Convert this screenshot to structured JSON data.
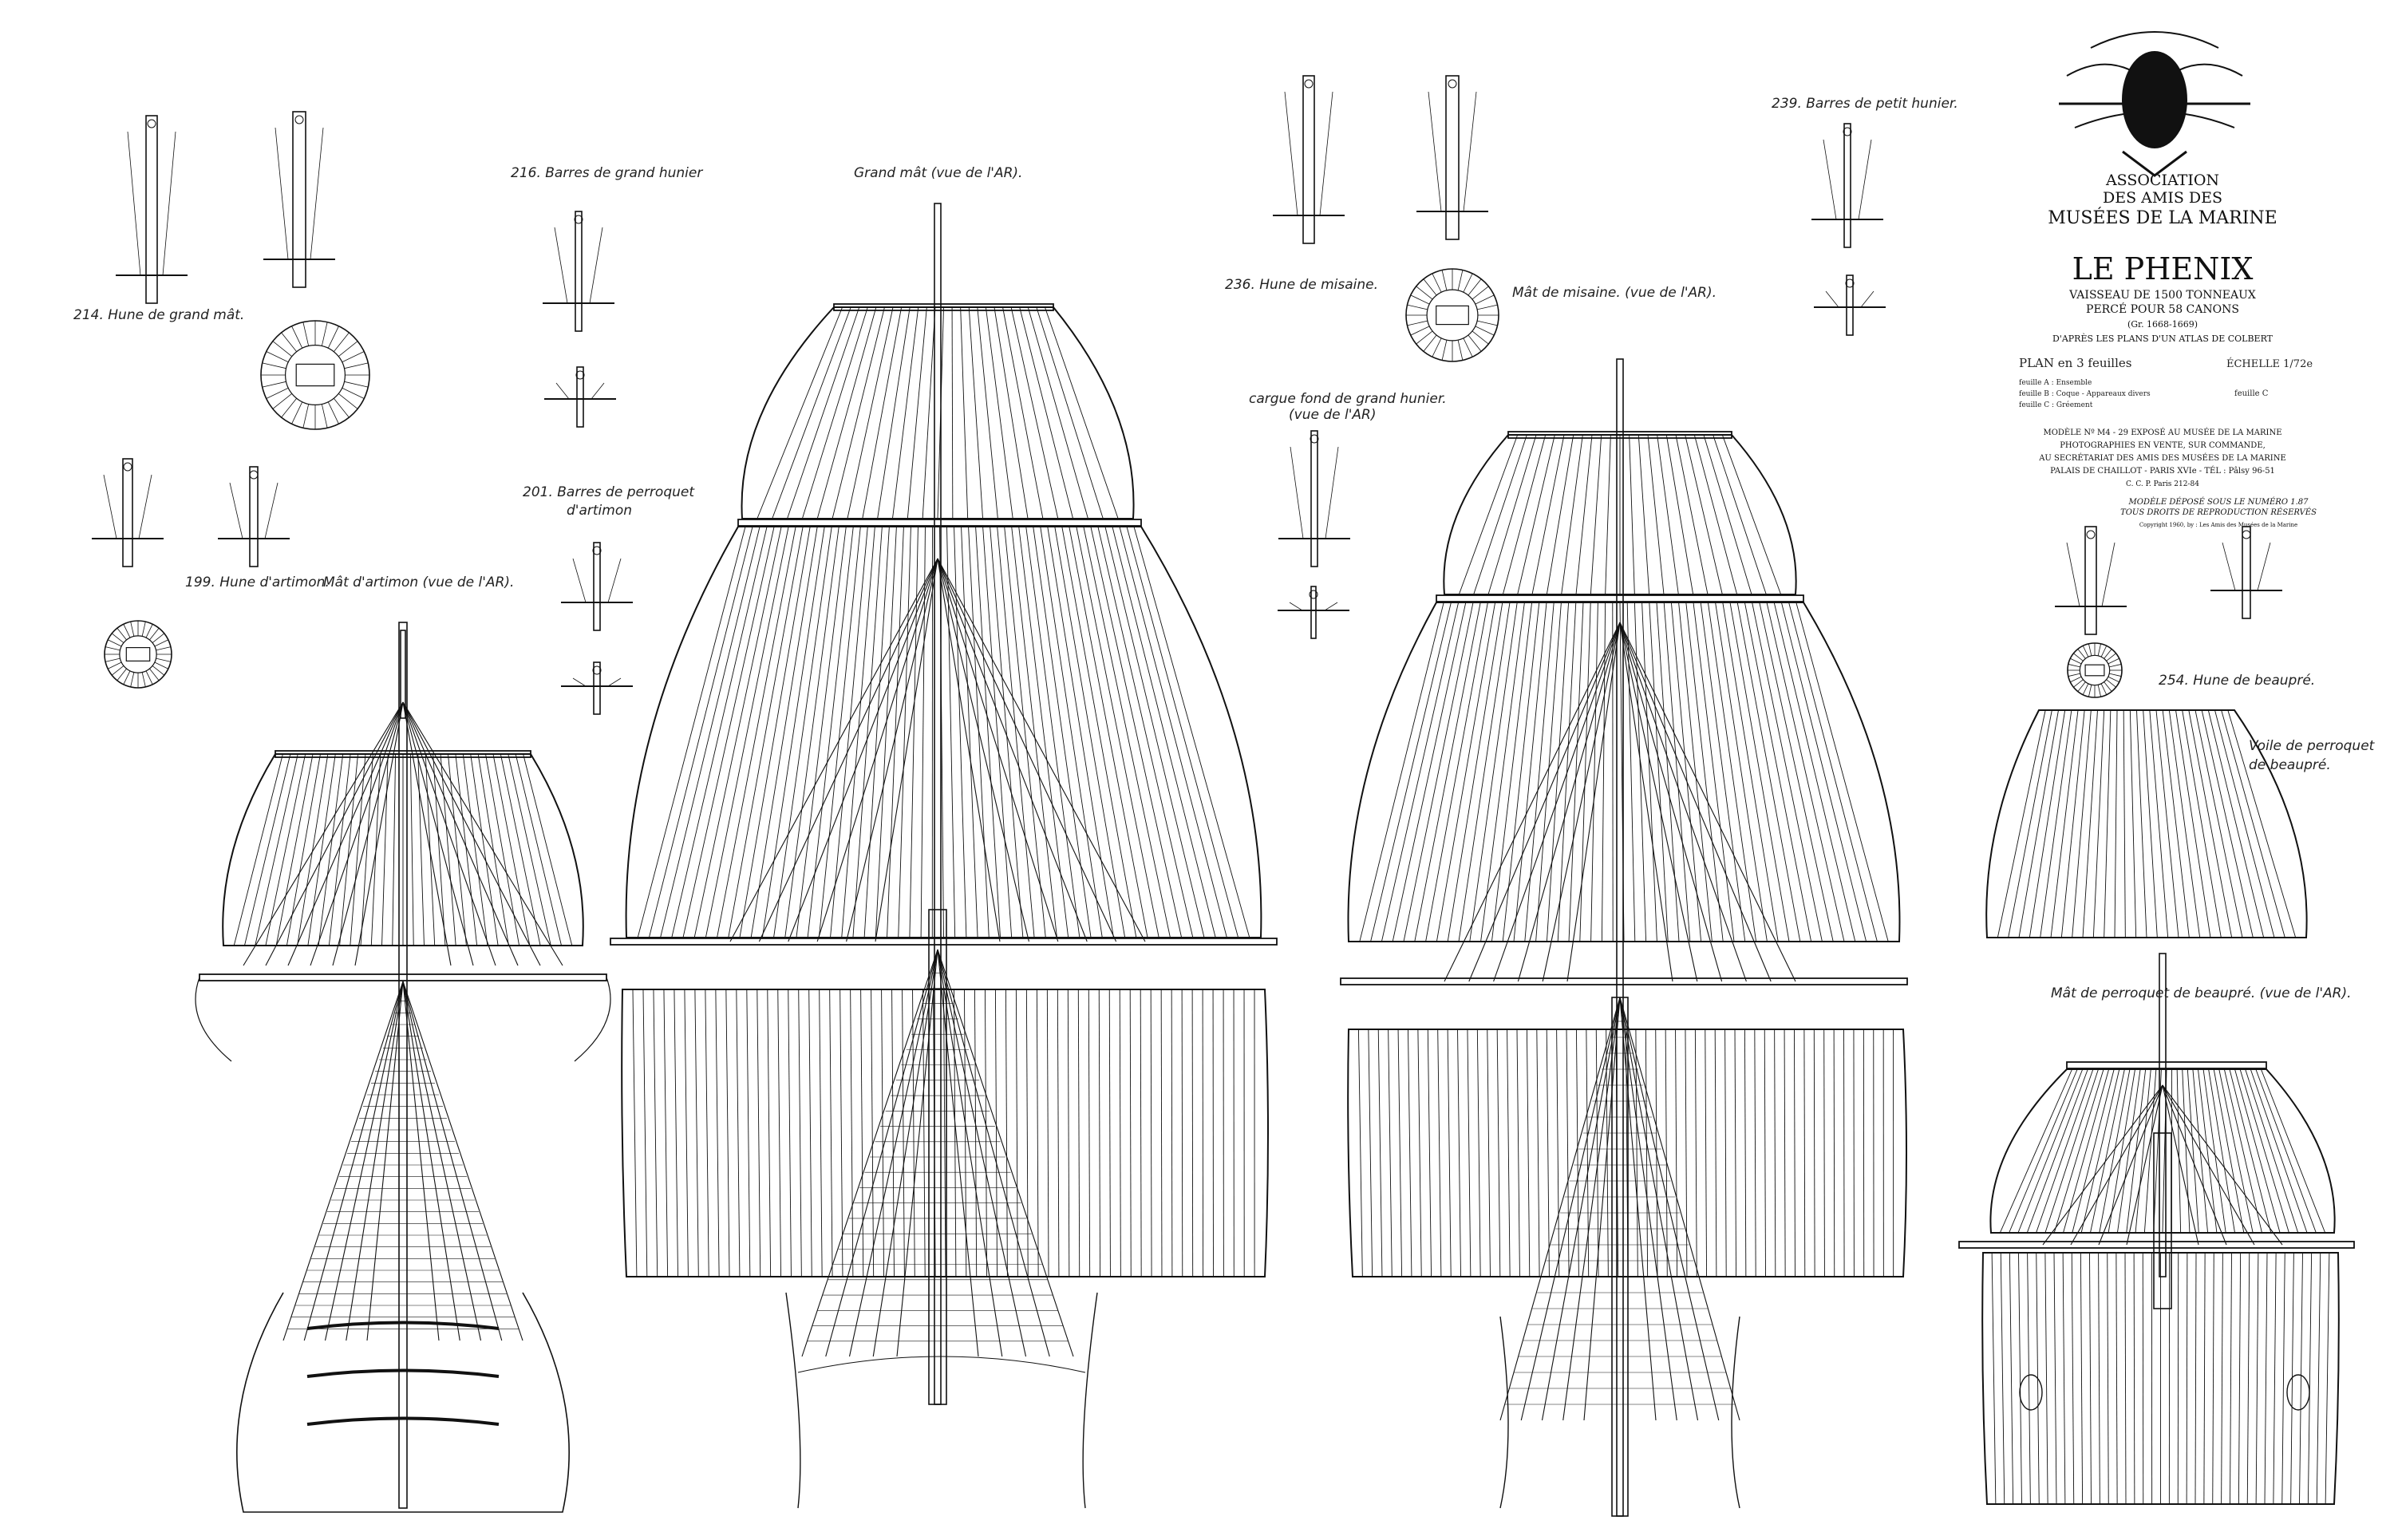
{
  "association": {
    "line1": "ASSOCIATION",
    "line2": "DES AMIS DES",
    "line3": "MUSÉES DE LA MARINE"
  },
  "ship": {
    "name": "LE PHENIX",
    "subtitle1": "VAISSEAU DE 1500 TONNEAUX",
    "subtitle2": "PERCÉ POUR 58 CANONS",
    "dates": "(Gr. 1668-1669)",
    "source": "D'APRÈS LES PLANS D'UN ATLAS DE COLBERT"
  },
  "plan": {
    "title": "PLAN en 3 feuilles",
    "scale": "ÉCHELLE 1/72e",
    "sheet_a": "feuille A : Ensemble",
    "sheet_b": "feuille B : Coque - Appareaux divers",
    "sheet_c": "feuille C : Gréement",
    "current_sheet": "feuille C"
  },
  "notice": {
    "line1": "MODÈLE Nº M4 - 29 EXPOSÉ AU MUSÉE DE LA MARINE",
    "line2": "PHOTOGRAPHIES EN VENTE, SUR COMMANDE,",
    "line3": "AU SECRÉTARIAT DES AMIS DES MUSÉES DE LA MARINE",
    "line4": "PALAIS DE CHAILLOT - PARIS XVIe - TÉL : Pâlsy 96-51",
    "line5": "C. C. P. Paris 212-84",
    "line6": "MODÈLE DÉPOSÉ SOUS LE NUMÉRO 1.87",
    "line7": "TOUS DROITS DE REPRODUCTION RÉSERVÉS",
    "line8": "Copyright 1960, by : Les Amis des Musées de la Marine"
  },
  "labels": {
    "hune_grand_mat": "214. Hune de grand mât.",
    "barres_grand_hunier": "216. Barres de grand hunier",
    "grand_mat": "Grand mât (vue de l'AR).",
    "hune_misaine": "236. Hune de misaine.",
    "barres_petit_hunier": "239. Barres de petit hunier.",
    "cargue_fond": "cargue fond de grand hunier.",
    "cargue_fond_sub": "(vue de l'AR)",
    "mat_misaine": "Mât de misaine. (vue de l'AR).",
    "barres_perroquet": "201. Barres de perroquet",
    "barres_perroquet_sub": "d'artimon",
    "hune_artimon": "199. Hune d'artimon.",
    "mat_artimon": "Mât d'artimon (vue de l'AR).",
    "hune_beaupre": "254. Hune de beaupré.",
    "voile_perroquet": "Voile de perroquet",
    "voile_perroquet_sub": "de beaupré.",
    "mat_perroquet_beaupre": "Mât de perroquet de beaupré. (vue de l'AR)."
  },
  "colors": {
    "ink": "#111111",
    "paper": "#ffffff"
  }
}
